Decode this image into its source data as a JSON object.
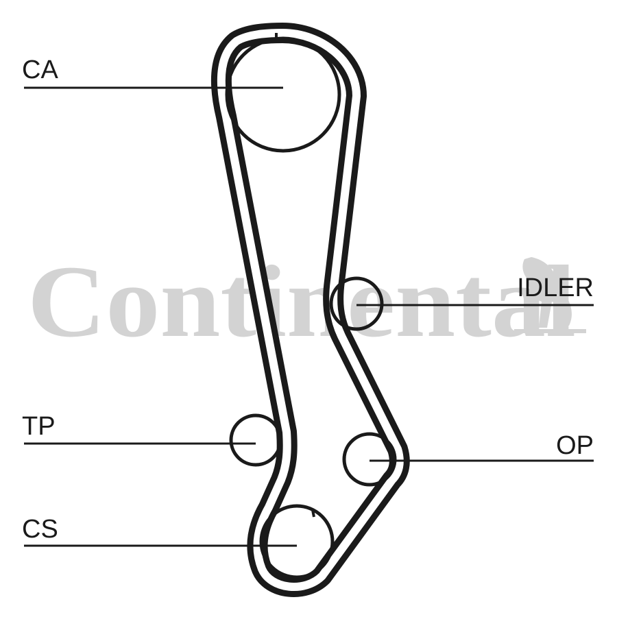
{
  "watermark": {
    "text": "Continental"
  },
  "labels": {
    "ca": "CA",
    "idler": "IDLER",
    "tp": "TP",
    "op": "OP",
    "cs": "CS"
  },
  "colors": {
    "belt": "#1a1a1a",
    "watermark": "#d3d3d3",
    "background": "#ffffff"
  }
}
